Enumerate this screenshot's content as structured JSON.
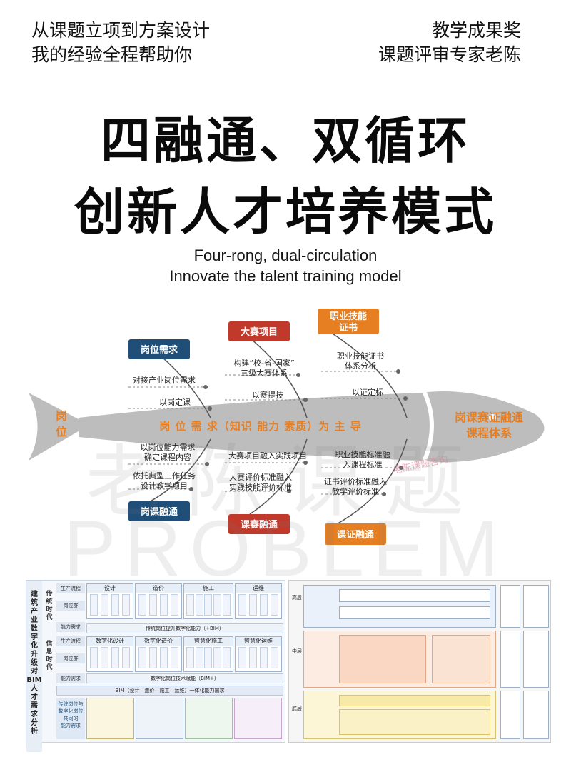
{
  "header": {
    "top_left": [
      "从课题立项到方案设计",
      "我的经验全程帮助你"
    ],
    "top_right": [
      "教学成果奖",
      "课题评审专家老陈"
    ]
  },
  "title": {
    "line1": "四融通、双循环",
    "line2": "创新人才培养模式"
  },
  "subtitle": {
    "line1": "Four-rong, dual-circulation",
    "line2": "Innovate the talent training model"
  },
  "watermark": {
    "line1": "老陈课题",
    "line2": "PROBLEM",
    "stamp": "老陈课题咨询"
  },
  "fishbone": {
    "head_label": "岗课赛证融通\n课程体系",
    "tail_label": "岗\n位",
    "spine_label": "岗 位 需 求（知识  能力  素质）为 主 导",
    "colors": {
      "body": "#bdbdbd",
      "navy": "#1f4e79",
      "red": "#c0392b",
      "orange": "#e67e22",
      "spine_text": "#e67e22"
    },
    "top_boxes": [
      {
        "label": "岗位需求",
        "color": "navy"
      },
      {
        "label": "大赛项目",
        "color": "red"
      },
      {
        "label": "职业技能\n证书",
        "color": "orange"
      }
    ],
    "bottom_boxes": [
      {
        "label": "岗课融通",
        "color": "navy"
      },
      {
        "label": "课赛融通",
        "color": "red"
      },
      {
        "label": "课证融通",
        "color": "orange"
      }
    ],
    "top_items": [
      [
        "对接产业岗位需求",
        "以岗定课"
      ],
      [
        "构建“校-省-国家”\n三级大赛体系",
        "以赛提技"
      ],
      [
        "职业技能证书\n体系分析",
        "以证定标"
      ]
    ],
    "bottom_items": [
      [
        "以岗位能力需求\n确定课程内容",
        "依托典型工作任务\n设计教学项目"
      ],
      [
        "大赛项目融入实践项目",
        "大赛评价标准融入\n实践技能评价标准"
      ],
      [
        "职业技能标准融\n入课程标准",
        "证书评价标准融入\n教学评价标准"
      ]
    ]
  },
  "table": {
    "side_title": "建\n筑\n产\n业\n数\n字\n化\n升\n级\n对\nBIM\n人\n才\n需\n求\n分\n析",
    "era_traditional": "传\n统\n时\n代",
    "era_info": "信\n息\n时\n代",
    "row_labels": [
      "生产流程",
      "岗位群",
      "能力需求",
      "生产流程",
      "岗位群",
      "能力需求"
    ],
    "groups_top": [
      "设计",
      "造价",
      "施工",
      "运维"
    ],
    "groups_info": [
      "数字化设计",
      "数字化造价",
      "智慧化施工",
      "智慧化运维"
    ],
    "bar_traditional": "传统岗位提升数字化能力（+BIM）",
    "bar_info": "数字化岗位技术赋能（BIM+）",
    "bar_full": "BIM（设计—造价—施工—运维）一体化能力需求",
    "footer_label": "传统岗位与\n数字化岗位\n共同的\n能力需求"
  },
  "diagram": {
    "row_labels": [
      "高层",
      "中层",
      "底层"
    ]
  }
}
